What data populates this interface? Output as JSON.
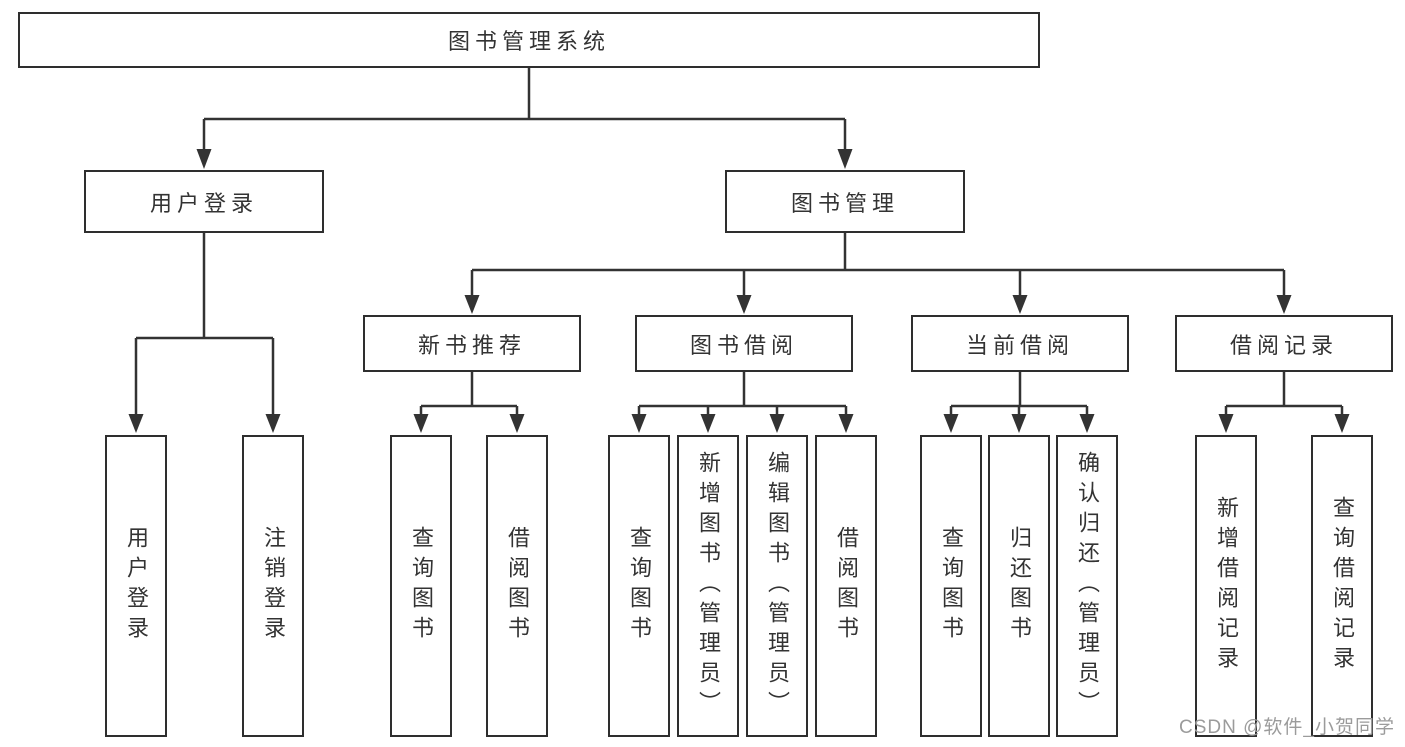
{
  "diagram": {
    "root": {
      "label": "图书管理系统",
      "children": [
        {
          "label": "用户登录",
          "children": [
            {
              "label": "用户登录"
            },
            {
              "label": "注销登录"
            }
          ]
        },
        {
          "label": "图书管理",
          "children": [
            {
              "label": "新书推荐",
              "children": [
                {
                  "label": "查询图书"
                },
                {
                  "label": "借阅图书"
                }
              ]
            },
            {
              "label": "图书借阅",
              "children": [
                {
                  "label": "查询图书"
                },
                {
                  "label": "新增图书（管理员）"
                },
                {
                  "label": "编辑图书（管理员）"
                },
                {
                  "label": "借阅图书"
                }
              ]
            },
            {
              "label": "当前借阅",
              "children": [
                {
                  "label": "查询图书"
                },
                {
                  "label": "归还图书"
                },
                {
                  "label": "确认归还（管理员）"
                }
              ]
            },
            {
              "label": "借阅记录",
              "children": [
                {
                  "label": "新增借阅记录"
                },
                {
                  "label": "查询借阅记录"
                }
              ]
            }
          ]
        }
      ]
    }
  },
  "watermark": {
    "text": "CSDN @软件_小贺同学"
  },
  "colors": {
    "bg": "#ffffff",
    "line": "#333333",
    "border": "#2e2e2e",
    "text": "#333333",
    "watermark": "#9b9b9b"
  }
}
